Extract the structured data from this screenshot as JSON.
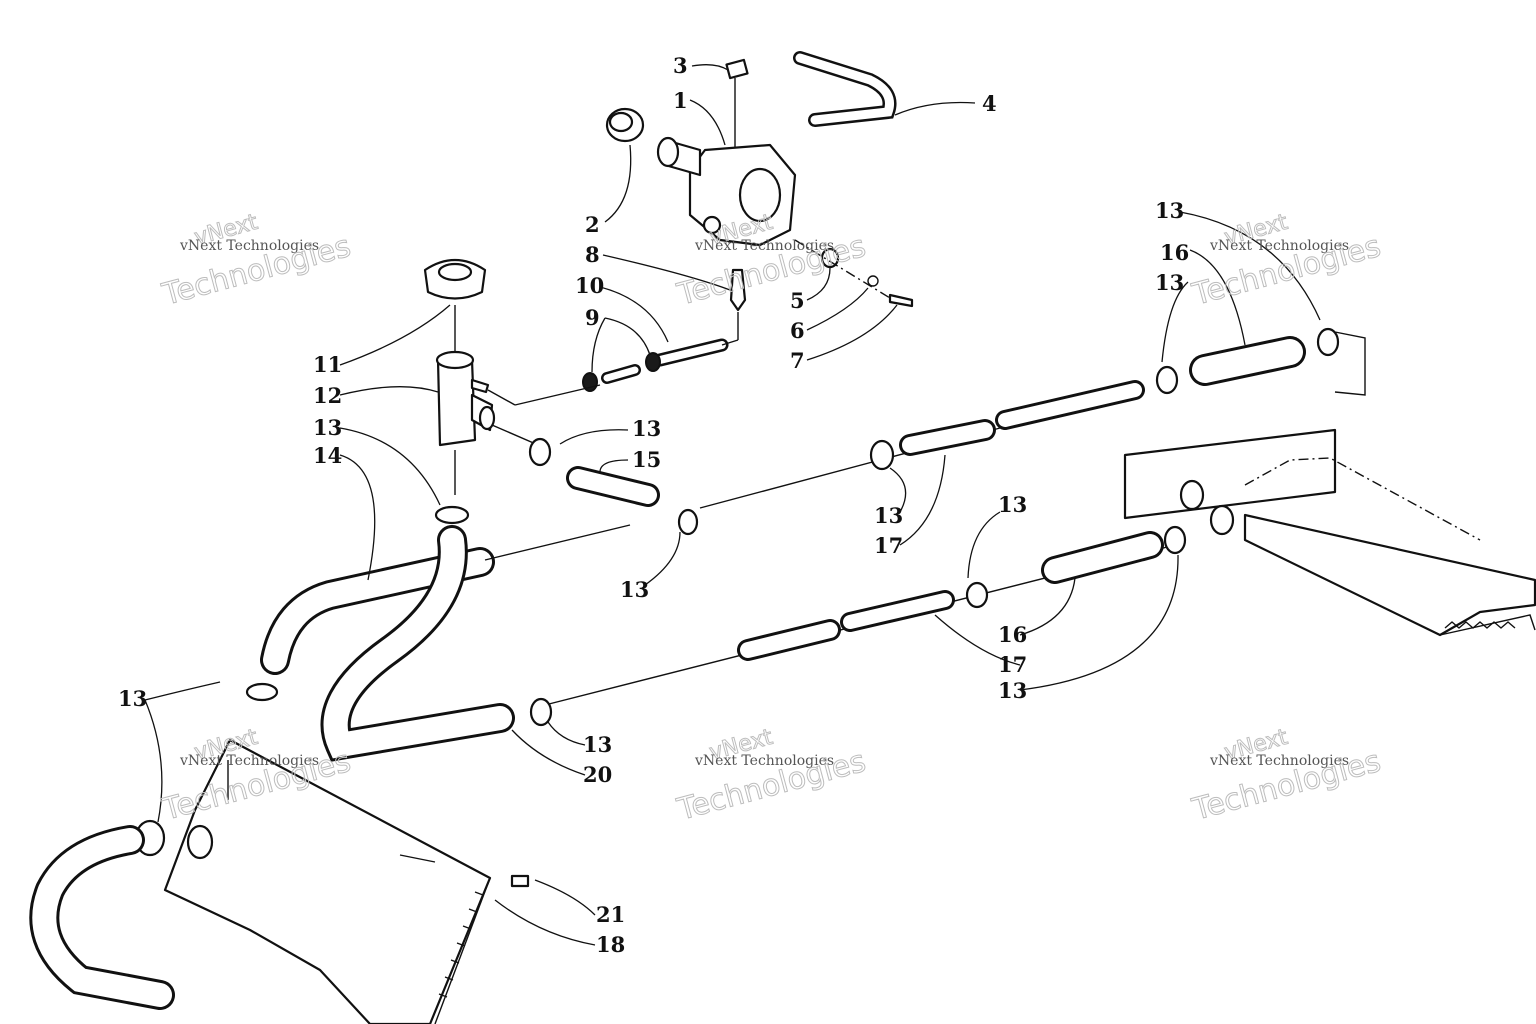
{
  "callouts": [
    {
      "id": "c1",
      "text": "1"
    },
    {
      "id": "c2",
      "text": "2"
    },
    {
      "id": "c3",
      "text": "3"
    },
    {
      "id": "c4",
      "text": "4"
    },
    {
      "id": "c5",
      "text": "5"
    },
    {
      "id": "c6",
      "text": "6"
    },
    {
      "id": "c7",
      "text": "7"
    },
    {
      "id": "c8",
      "text": "8"
    },
    {
      "id": "c9",
      "text": "9"
    },
    {
      "id": "c10",
      "text": "10"
    },
    {
      "id": "c11",
      "text": "11"
    },
    {
      "id": "c12",
      "text": "12"
    },
    {
      "id": "c13a",
      "text": "13"
    },
    {
      "id": "c13b",
      "text": "13"
    },
    {
      "id": "c13c",
      "text": "13"
    },
    {
      "id": "c13d",
      "text": "13"
    },
    {
      "id": "c13e",
      "text": "13"
    },
    {
      "id": "c13f",
      "text": "13"
    },
    {
      "id": "c13g",
      "text": "13"
    },
    {
      "id": "c13h",
      "text": "13"
    },
    {
      "id": "c13i",
      "text": "13"
    },
    {
      "id": "c13j",
      "text": "13"
    },
    {
      "id": "c14",
      "text": "14"
    },
    {
      "id": "c15",
      "text": "15"
    },
    {
      "id": "c16a",
      "text": "16"
    },
    {
      "id": "c16b",
      "text": "16"
    },
    {
      "id": "c17a",
      "text": "17"
    },
    {
      "id": "c17b",
      "text": "17"
    },
    {
      "id": "c18",
      "text": "18"
    },
    {
      "id": "c20",
      "text": "20"
    },
    {
      "id": "c21",
      "text": "21"
    }
  ],
  "watermark": {
    "line1": "vNext",
    "line2": "vNext Technologies",
    "line3": "Technologies"
  }
}
